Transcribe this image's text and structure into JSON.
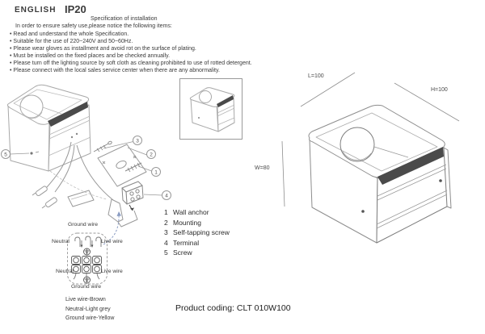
{
  "header": {
    "language": "ENGLISH",
    "ip_rating": "IP20",
    "title": "Specification of installation",
    "intro": "In order to ensure safety use,please notice the following items:"
  },
  "instructions": [
    "Read and understand the whole Specification.",
    "Suitable for the use of 220~240V and 50~60Hz.",
    "Please wear gloves as installment and avoid rot on the surface of plating.",
    "Must be installed on the fixed places and be checked annually.",
    "Please turn off the lighting source by soft cloth as cleaning prohibited to use of rotted detergent.",
    "Please connect with the local sales service center when there are any abnormality."
  ],
  "parts_legend": [
    {
      "num": "1",
      "label": "Wall anchor"
    },
    {
      "num": "2",
      "label": "Mounting"
    },
    {
      "num": "3",
      "label": "Self-tapping screw"
    },
    {
      "num": "4",
      "label": "Terminal"
    },
    {
      "num": "5",
      "label": "Screw"
    }
  ],
  "callouts": {
    "c1": "1",
    "c2": "2",
    "c3": "3",
    "c4": "4",
    "c5": "5"
  },
  "dimensions": {
    "length": "L=100",
    "height": "H=100",
    "width": "W=80"
  },
  "wiring": {
    "ground_top": "Ground wire",
    "neutral_top": "Neutral",
    "live_top": "Live wire",
    "neutral_bottom": "Neutral",
    "live_bottom": "Live wire",
    "ground_bottom": "Ground wire",
    "color_legend": [
      "Live wire-Brown",
      "Neutral-Light grey",
      "Ground wire-Yellow"
    ]
  },
  "product": {
    "coding": "Product coding: CLT 010W100"
  },
  "colors": {
    "line": "#9a9a9a",
    "wedge": "#4a4a4a",
    "arrow_blue": "#8b9dc3",
    "text": "#333333"
  }
}
